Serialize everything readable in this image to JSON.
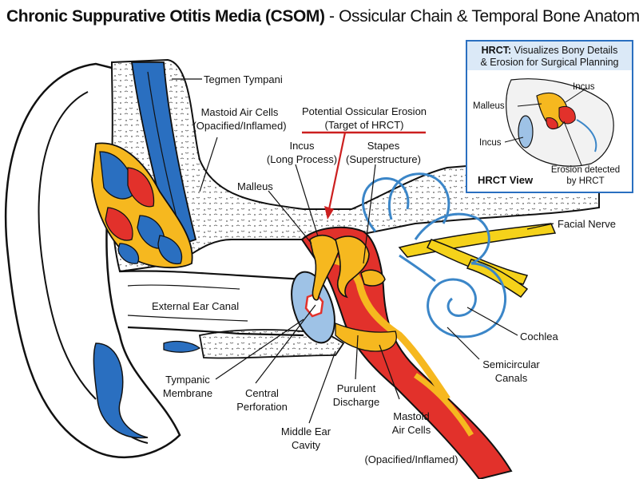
{
  "title": {
    "bold": "Chronic Suppurative Otitis Media (CSOM)",
    "rest": " - Ossicular Chain & Temporal Bone Anatomy"
  },
  "labels": {
    "tegmen": "Tegmen Tympani",
    "mastoid_top_1": "Mastoid Air Cells",
    "mastoid_top_2": "(Opacified/Inflamed)",
    "erosion_1": "Potential Ossicular Erosion",
    "erosion_2": "(Target of HRCT)",
    "incus_1": "Incus",
    "incus_2": "(Long Process)",
    "stapes_1": "Stapes",
    "stapes_2": "(Superstructure)",
    "malleus": "Malleus",
    "facial_nerve": "Facial Nerve",
    "external_canal": "External Ear Canal",
    "cochlea": "Cochlea",
    "semicircular_1": "Semicircular",
    "semicircular_2": "Canals",
    "tympanic_1": "Tympanic",
    "tympanic_2": "Membrane",
    "central_1": "Central",
    "central_2": "Perforation",
    "purulent_1": "Purulent",
    "purulent_2": "Discharge",
    "middle_ear_1": "Middle Ear",
    "middle_ear_2": "Cavity",
    "mastoid_bottom_1": "Mastoid",
    "mastoid_bottom_2": "Air Cells",
    "mastoid_bottom_3": "(Opacified/Inflamed)"
  },
  "inset": {
    "header_bold": "HRCT:",
    "header_rest": " Visualizes Bony Details",
    "header_line2": "& Erosion for Surgical Planning",
    "incus_top": "Incus",
    "malleus": "Malleus",
    "incus_left": "Incus",
    "view_label": "HRCT View",
    "erosion_1": "Erosion detected",
    "erosion_2": "by HRCT"
  },
  "colors": {
    "inflamed_red": "#e2312b",
    "pus_yellow": "#f6b81f",
    "fluid_blue": "#2a6fc0",
    "nerve_yellow": "#f5d21a",
    "inner_ear_blue": "#3b86c8",
    "inset_border": "#2a6fc0",
    "inset_header_bg": "#dbe9f7",
    "erosion_line": "#cc1f1f"
  }
}
